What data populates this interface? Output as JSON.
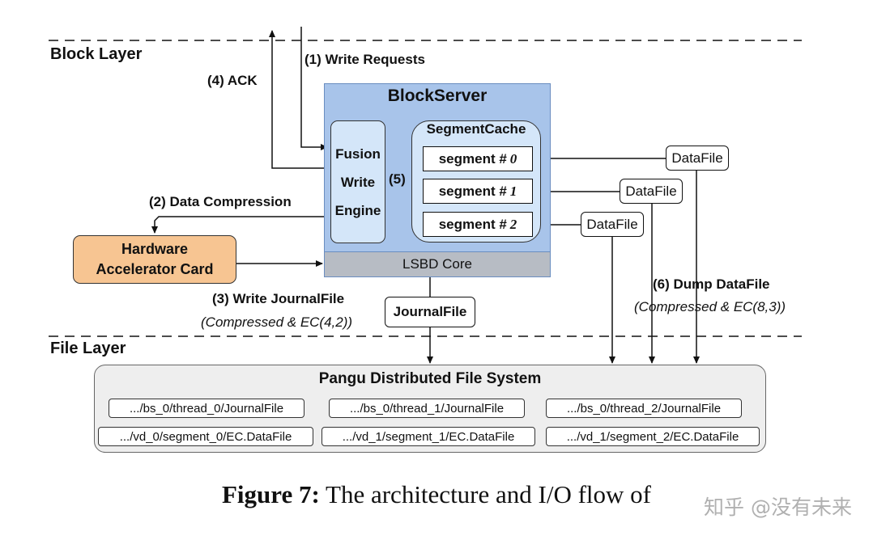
{
  "layers": {
    "block": "Block Layer",
    "file": "File Layer"
  },
  "blockserver": {
    "title": "BlockServer",
    "fusion_engine": [
      "Fusion",
      "Write",
      "Engine"
    ],
    "segment_cache": {
      "title": "SegmentCache",
      "segments": [
        {
          "label": "segment #",
          "num": "0"
        },
        {
          "label": "segment #",
          "num": "1"
        },
        {
          "label": "segment #",
          "num": "2"
        }
      ]
    },
    "lsbd_core": "LSBD Core"
  },
  "accelerator": [
    "Hardware",
    "Accelerator Card"
  ],
  "steps": {
    "write_requests": "(1) Write Requests",
    "data_compression": "(2) Data Compression",
    "write_journalfile": "(3) Write JournalFile",
    "write_journalfile_sub": "(Compressed & EC(4,2))",
    "ack": "(4) ACK",
    "step5": "(5)",
    "dump_datafile": "(6) Dump DataFile",
    "dump_datafile_sub": "(Compressed & EC(8,3))"
  },
  "datafiles": [
    "DataFile",
    "DataFile",
    "DataFile"
  ],
  "journalfile": "JournalFile",
  "pangu": {
    "title": "Pangu Distributed File System",
    "journal_paths": [
      ".../bs_0/thread_0/JournalFile",
      ".../bs_0/thread_1/JournalFile",
      ".../bs_0/thread_2/JournalFile"
    ],
    "data_paths": [
      ".../vd_0/segment_0/EC.DataFile",
      ".../vd_1/segment_1/EC.DataFile",
      ".../vd_1/segment_2/EC.DataFile"
    ]
  },
  "caption": {
    "figure": "Figure 7:",
    "text": "The architecture and I/O flow of"
  },
  "watermark": "知乎 @没有未来",
  "colors": {
    "blockserver": "#a8c4ea",
    "lsbd_core": "#b7bcc4",
    "inner_boxes": "#d4e6f9",
    "accelerator": "#f7c592",
    "pangu": "#eeeeee"
  }
}
